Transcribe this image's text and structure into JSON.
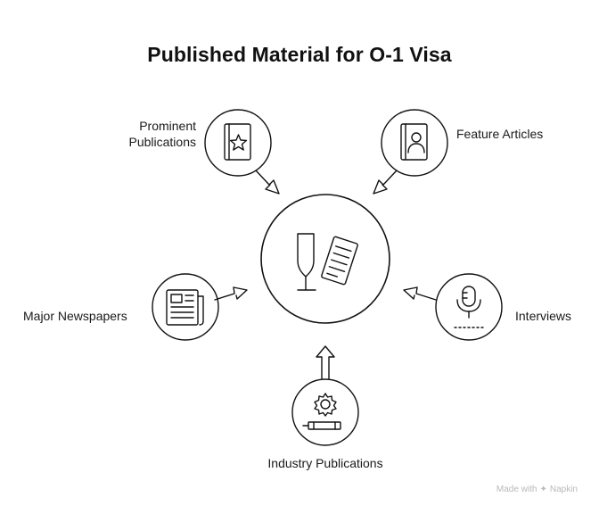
{
  "title": "Published Material for O-1 Visa",
  "center": {
    "icon": "publication-pen-icon"
  },
  "nodes": [
    {
      "key": "prominent",
      "label_lines": [
        "Prominent",
        "Publications"
      ],
      "icon": "star-book-icon"
    },
    {
      "key": "feature",
      "label_lines": [
        "Feature Articles"
      ],
      "icon": "portrait-book-icon"
    },
    {
      "key": "newspapers",
      "label_lines": [
        "Major Newspapers"
      ],
      "icon": "newspaper-icon"
    },
    {
      "key": "interviews",
      "label_lines": [
        "Interviews"
      ],
      "icon": "microphone-icon"
    },
    {
      "key": "industry",
      "label_lines": [
        "Industry Publications"
      ],
      "icon": "gear-pencil-icon"
    }
  ],
  "watermark": {
    "prefix": "Made with",
    "brand": "Napkin",
    "icon": "napkin-logo-icon"
  }
}
